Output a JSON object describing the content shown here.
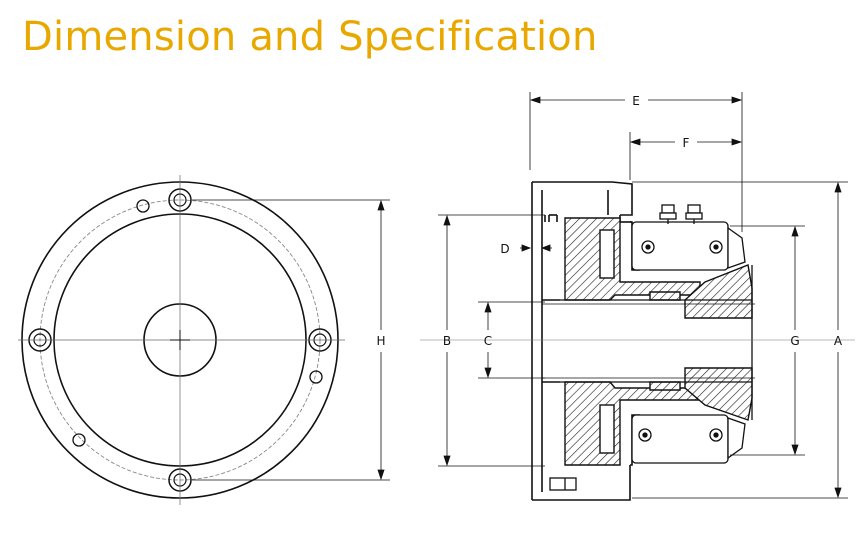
{
  "title": "Dimension and Specification",
  "accent_color": "#e8a800",
  "dimension_labels": {
    "a": "A",
    "b": "B",
    "c": "C",
    "d": "D",
    "e": "E",
    "f": "F",
    "g": "G",
    "h": "H"
  }
}
